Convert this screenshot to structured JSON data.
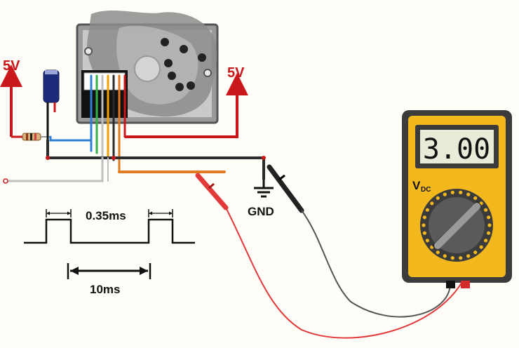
{
  "labels": {
    "supply_left": "5V",
    "supply_right": "5V",
    "ground": "GND",
    "pulse_width": "0.35ms",
    "pulse_period": "10ms",
    "meter_reading": "3.00",
    "meter_mode_main": "V",
    "meter_mode_sub": "DC"
  },
  "colors": {
    "supply_wire": "#c8181b",
    "ground_wire": "#2b2b2b",
    "probe_red": "#e23a3a",
    "probe_black": "#222222",
    "led_wire": "#2f7fd6",
    "signal_wire": "#e07b22",
    "white_wire": "#bfbfbf",
    "green_wire": "#37b04a",
    "meter_body": "#f3b81e",
    "meter_frame": "#3b3b3b",
    "lcd_bg": "#e9ebd9"
  }
}
